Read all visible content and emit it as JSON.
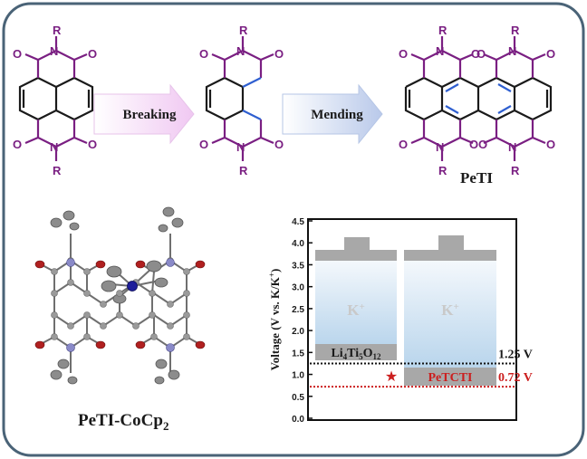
{
  "scheme": {
    "arrow_breaking": "Breaking",
    "arrow_mending": "Mending",
    "product_name": "PeTI",
    "atom_O": "O",
    "atom_N": "N",
    "atom_R": "R"
  },
  "crystal": {
    "label_main": "PeTI-CoCp",
    "label_sub": "2"
  },
  "battery_chart": {
    "ylabel": "Voltage (V vs. K/K",
    "ylabel_sup": "+",
    "ylabel_end": ")",
    "y_ticks": [
      "0.0",
      "0.5",
      "1.0",
      "1.5",
      "2.0",
      "2.5",
      "3.0",
      "3.5",
      "4.0",
      "4.5"
    ],
    "ylim": [
      0.0,
      4.5
    ],
    "ion_label": "K",
    "ion_sup": "+",
    "anode1_main": "Li",
    "anode1_s1": "4",
    "anode1_mid": "Ti",
    "anode1_s2": "5",
    "anode1_o": "O",
    "anode1_s3": "12",
    "anode2": "PeTCTI",
    "potential1": "1.25 V",
    "potential2": "0.72 V",
    "star": "★",
    "values": {
      "anode1_V": 1.25,
      "anode2_V": 0.72
    },
    "colors": {
      "frame": "#4a6377",
      "purple": "#7a1f82",
      "blue": "#2f5fd0",
      "red": "#cc1f1f"
    }
  }
}
